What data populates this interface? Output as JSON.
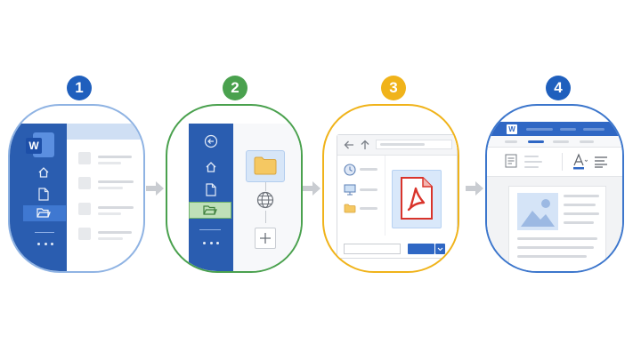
{
  "steps": [
    {
      "number": "1",
      "color": "#1f5fbd"
    },
    {
      "number": "2",
      "color": "#4aa14e"
    },
    {
      "number": "3",
      "color": "#f0b31a"
    },
    {
      "number": "4",
      "color": "#1f5fbd"
    }
  ],
  "icons": {
    "step1": [
      "word-logo-icon",
      "home-icon",
      "document-icon",
      "folder-open-icon",
      "more-icon"
    ],
    "step2": [
      "back-icon",
      "home-icon",
      "document-icon",
      "folder-open-icon",
      "more-icon",
      "folder-icon",
      "globe-icon",
      "plus-icon"
    ],
    "step3": [
      "back-arrow-icon",
      "up-arrow-icon",
      "clock-icon",
      "monitor-icon",
      "folder-icon",
      "pdf-file-icon",
      "chevron-down-icon"
    ],
    "step4": [
      "word-logo-icon",
      "paragraph-icon",
      "font-color-icon",
      "align-icon",
      "image-placeholder-icon"
    ]
  },
  "app_logo_letter": "W",
  "colors": {
    "word_blue": "#2a5db0",
    "ribbon_blue": "#2f67c4",
    "circle_blue": "#3c76cc",
    "circle_green": "#4aa14e",
    "circle_yellow": "#f0b31a",
    "pdf_red": "#d9342b",
    "folder_yellow": "#f5c862",
    "arrow_gray": "#c9ccd1"
  }
}
